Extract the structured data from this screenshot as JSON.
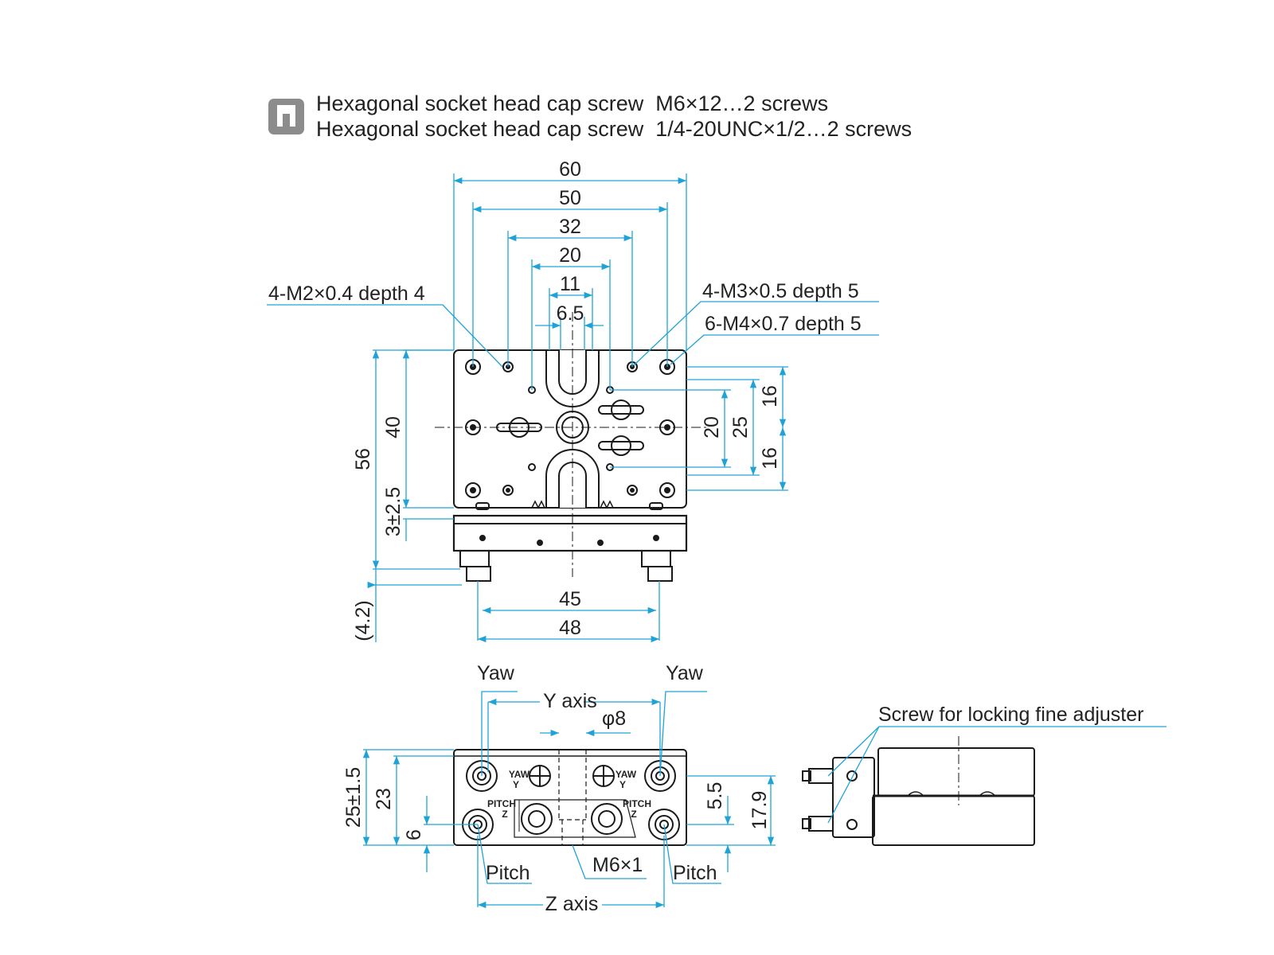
{
  "legend": {
    "icon": "lock-icon",
    "line1": "Hexagonal socket head cap screw  M6×12…2 screws",
    "line2": "Hexagonal socket head cap screw  1/4-20UNC×1/2…2 screws"
  },
  "colors": {
    "dimension": "#1fa3d6",
    "outline": "#1a1a1a",
    "icon": "#8c8c8c"
  },
  "top_view": {
    "dims_top": [
      "60",
      "50",
      "32",
      "20",
      "11",
      "6.5"
    ],
    "callout_left": "4-M2×0.4 depth 4",
    "callout_right_1": "4-M3×0.5 depth 5",
    "callout_right_2": "6-M4×0.7 depth 5",
    "dims_left": [
      "56",
      "40",
      "3±2.5",
      "(4.2)"
    ],
    "dims_right": [
      "20",
      "25",
      "16",
      "16"
    ],
    "dims_bottom": [
      "45",
      "48"
    ]
  },
  "front_view": {
    "yaw_left": "Yaw",
    "yaw_right": "Yaw",
    "y_axis": "Y axis",
    "phi8": "φ8",
    "dims_left": [
      "25±1.5",
      "23",
      "6"
    ],
    "dims_right": [
      "5.5",
      "17.9"
    ],
    "pitch_left": "Pitch",
    "pitch_right": "Pitch",
    "m6": "M6×1",
    "z_axis": "Z axis",
    "plate_yaw": "YAW",
    "plate_y": "Y",
    "plate_pitch": "PITCH",
    "plate_z": "Z"
  },
  "side_view": {
    "callout": "Screw for locking fine adjuster"
  }
}
